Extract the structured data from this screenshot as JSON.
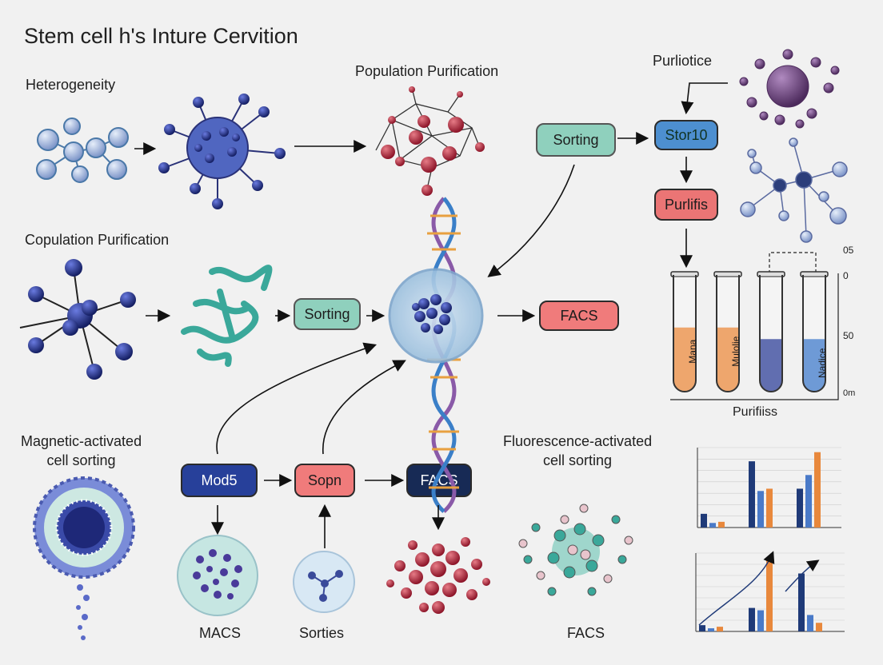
{
  "title": "Stem cell h's Inture Cervition",
  "labels": {
    "heterogeneity": "Heterogeneity",
    "population_purification_top": "Population Purification",
    "copulation_purification": "Copulation Purification",
    "purliotice": "Purliotice",
    "magnetic": "Magnetic-activated\ncell sorting",
    "fluorescence": "Fluorescence-activated\ncell sorting",
    "macs": "MACS",
    "sorties": "Sorties",
    "facs_bottom": "FACS",
    "purifiiss": "Purifiiss"
  },
  "boxes": {
    "sorting_top": "Sorting",
    "stor10": "Stor10",
    "purlifis": "Purlifis",
    "sorting_mid": "Sorting",
    "facs_mid": "FACS",
    "mod5": "Mod5",
    "sopn": "Sopn",
    "facs_low": "FACS"
  },
  "tubes": {
    "labels": [
      "Mana",
      "Mulolie",
      "",
      "Nadice"
    ],
    "fill_levels": [
      0.55,
      0.55,
      0.45,
      0.45
    ],
    "colors": [
      "#e8883c",
      "#e8883c",
      "#2c3e96",
      "#3e78c8"
    ],
    "scale": [
      "05",
      "0",
      "50",
      "0m"
    ]
  },
  "colors": {
    "red_node": "#b0263a",
    "blue_node": "#23318a",
    "teal": "#3aa89a",
    "dna_purple": "#8a5aa8",
    "dna_blue": "#3a7fc8"
  },
  "chart_data": [
    {
      "type": "bar",
      "categories": [
        "",
        "",
        ""
      ],
      "series": [
        {
          "values": [
            60,
            290,
            170
          ]
        },
        {
          "values": [
            20,
            160,
            230
          ]
        },
        {
          "values": [
            25,
            170,
            330
          ]
        }
      ]
    },
    {
      "type": "bar",
      "categories": [
        "",
        "",
        ""
      ],
      "series": [
        {
          "values": [
            40,
            150,
            370
          ]
        },
        {
          "values": [
            20,
            135,
            105
          ]
        },
        {
          "values": [
            30,
            460,
            55
          ]
        }
      ]
    }
  ]
}
